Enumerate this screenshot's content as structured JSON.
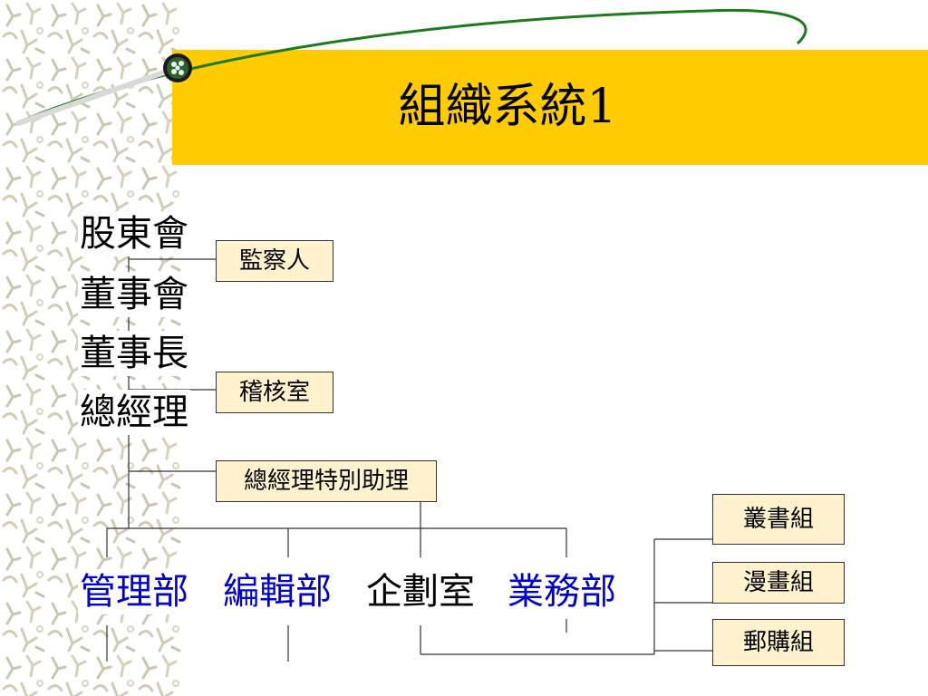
{
  "title": "組織系統1",
  "hierarchy": {
    "shareholders": "股東會",
    "board": "董事會",
    "chairman": "董事長",
    "general_manager": "總經理"
  },
  "side_boxes": {
    "supervisor": "監察人",
    "audit": "稽核室",
    "special_assistant": "總經理特別助理"
  },
  "departments": {
    "management": "管理部",
    "editorial": "編輯部",
    "planning": "企劃室",
    "business": "業務部"
  },
  "groups": {
    "series": "叢書組",
    "comics": "漫畫組",
    "mail_order": "郵購組"
  },
  "colors": {
    "title_band": "#FFCC00",
    "box_fill": "#FFF2CC",
    "dept_blue": "#0000CC",
    "swoosh_green": "#1F7A1F"
  }
}
